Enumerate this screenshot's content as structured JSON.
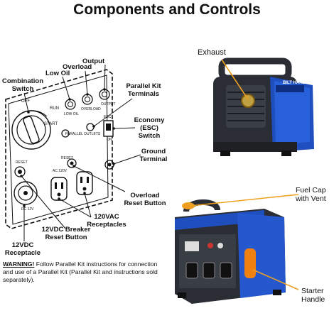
{
  "title": "Components and Controls",
  "panel_labels": {
    "combination_switch": "Combination Switch",
    "low_oil": "Low Oil",
    "overload": "Overload",
    "output": "Output",
    "parallel_kit_terminals": "Parallel Kit Terminals",
    "economy_switch": "Economy (ESC) Switch",
    "ground_terminal": "Ground Terminal",
    "overload_reset_button": "Overload Reset Button",
    "receptacles_120vac": "120VAC Receptacles",
    "breaker_12vdc": "12VDC Breaker Reset Button",
    "receptacle_12vdc": "12VDC Receptacle"
  },
  "panel_print": {
    "off": "OFF",
    "run": "RUN",
    "start": "START",
    "low_oil": "LOW OIL",
    "overload": "OVERLOAD",
    "output": "OUTPUT",
    "parallel_outlets": "PARALLEL OUTLETS",
    "esc": "ESC",
    "on": "ON",
    "reset": "RESET",
    "ac120v": "AC 120V",
    "dc12v": "DC 12V"
  },
  "product_labels": {
    "exhaust": "Exhaust",
    "fuel_cap": "Fuel Cap with Vent",
    "starter_handle": "Starter Handle"
  },
  "warning": {
    "prefix": "WARNING!",
    "text": "Follow Parallel Kit instructions for connection and use of a Parallel Kit (Parallel Kit and instructions sold separately)."
  },
  "colors": {
    "generator_blue": "#1f4fbf",
    "generator_dark": "#2a2d33",
    "callout_arrow": "#f0a020"
  },
  "brand_text": "BILT HARD"
}
